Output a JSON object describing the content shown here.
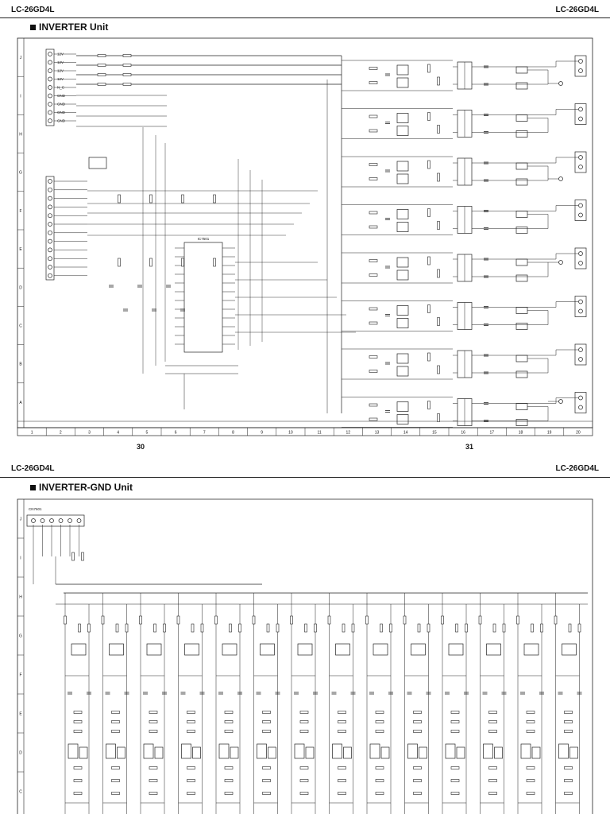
{
  "header": {
    "model_left_top": "LC-26GD4L",
    "model_right_top": "LC-26GD4L",
    "model_left_bottom": "LC-26GD4L",
    "model_right_bottom": "LC-26GD4L"
  },
  "inverter": {
    "title": "INVERTER Unit",
    "row_labels": [
      "J",
      "I",
      "H",
      "G",
      "F",
      "E",
      "D",
      "C",
      "B",
      "A"
    ],
    "col_labels": [
      "1",
      "2",
      "3",
      "4",
      "5",
      "6",
      "7",
      "8",
      "9",
      "10",
      "11",
      "12",
      "13",
      "14",
      "15",
      "16",
      "17",
      "18",
      "19",
      "20"
    ],
    "connector_pins": [
      "12V",
      "12V",
      "12V",
      "12V",
      "N_C",
      "GND",
      "GND",
      "GND",
      "GND"
    ],
    "ic_label": "IC7501",
    "channels": 8
  },
  "inverter_gnd": {
    "title": "INVERTER-GND Unit",
    "row_labels": [
      "J",
      "I",
      "H",
      "G",
      "F",
      "E",
      "D",
      "C"
    ],
    "connector_label": "CN7601",
    "stages": 14
  },
  "pages": {
    "left": "30",
    "right": "31"
  }
}
